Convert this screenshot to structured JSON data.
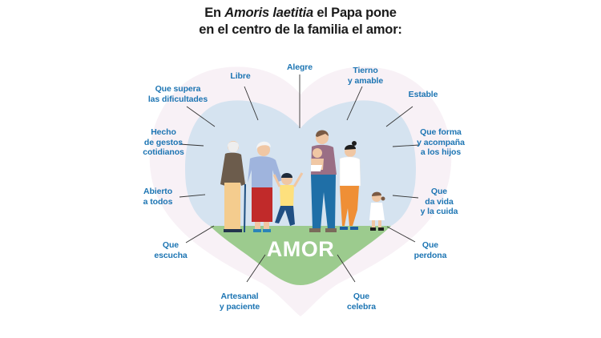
{
  "title": {
    "line1_pre": "En ",
    "line1_italic": "Amoris laetitia",
    "line1_post": " el Papa pone",
    "line2": "en el centro de la familia el amor:"
  },
  "center_label": "AMOR",
  "colors": {
    "label_text": "#1d75b3",
    "outer_heart": "#f8f1f6",
    "inner_heart": "#d5e3f0",
    "ground": "#9ccb8e",
    "leader_lines": "#333333",
    "title_text": "#1a1a1a"
  },
  "labels": [
    {
      "id": "alegre",
      "lines": [
        "Alegre"
      ]
    },
    {
      "id": "libre",
      "lines": [
        "Libre"
      ]
    },
    {
      "id": "tierno",
      "lines": [
        "Tierno",
        "y amable"
      ]
    },
    {
      "id": "supera",
      "lines": [
        "Que supera",
        "las dificultades"
      ]
    },
    {
      "id": "estable",
      "lines": [
        "Estable"
      ]
    },
    {
      "id": "hecho",
      "lines": [
        "Hecho",
        "de gestos",
        "cotidianos"
      ]
    },
    {
      "id": "forma",
      "lines": [
        "Que forma",
        "y acompaña",
        "a los hijos"
      ]
    },
    {
      "id": "abierto",
      "lines": [
        "Abierto",
        "a todos"
      ]
    },
    {
      "id": "davida",
      "lines": [
        "Que",
        "da vida",
        "y la cuida"
      ]
    },
    {
      "id": "escucha",
      "lines": [
        "Que",
        "escucha"
      ]
    },
    {
      "id": "perdona",
      "lines": [
        "Que",
        "perdona"
      ]
    },
    {
      "id": "artesanal",
      "lines": [
        "Artesanal",
        "y paciente"
      ]
    },
    {
      "id": "celebra",
      "lines": [
        "Que",
        "celebra"
      ]
    }
  ],
  "illustration": {
    "figures": [
      "grandfather-with-cane",
      "grandmother",
      "boy-jumping",
      "father-holding-baby",
      "mother",
      "girl"
    ]
  }
}
